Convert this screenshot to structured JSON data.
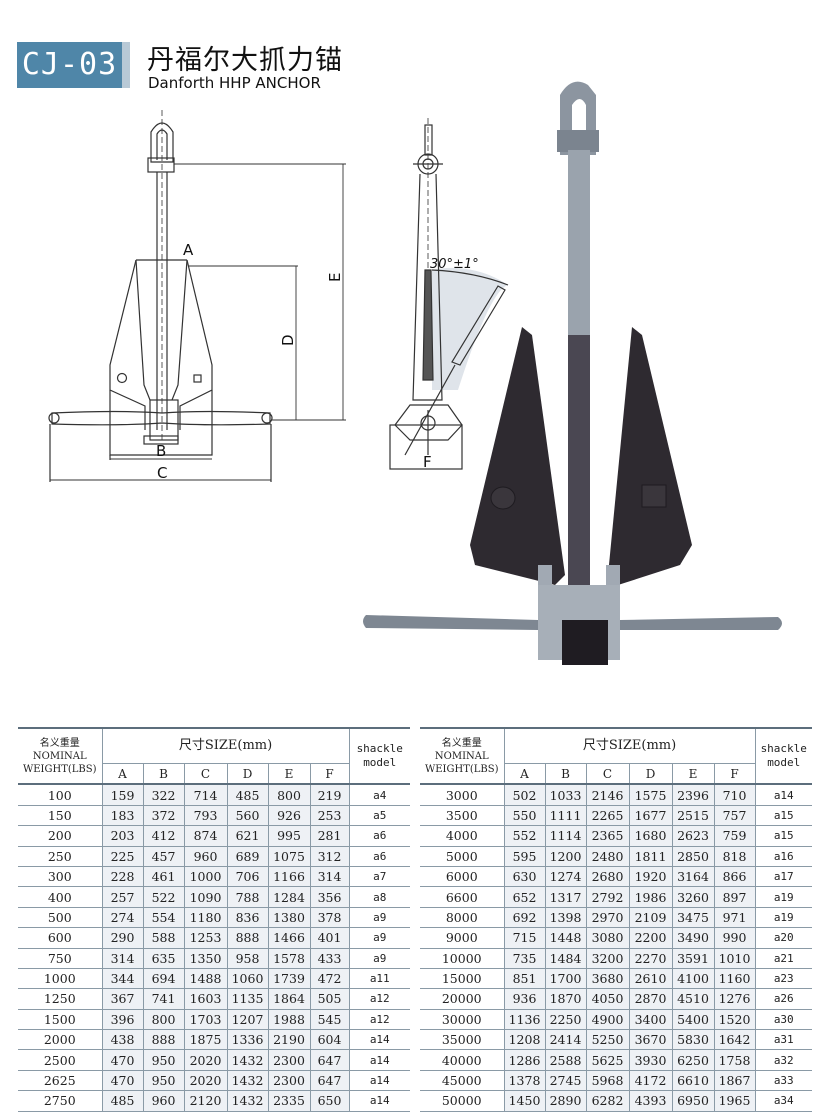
{
  "header": {
    "model_code": "CJ-03",
    "title_cn": "丹福尔大抓力锚",
    "title_en": "Danforth HHP ANCHOR",
    "badge_color": "#4f86a8"
  },
  "drawings": {
    "front_view": {
      "labels": [
        "A",
        "B",
        "C",
        "D",
        "E"
      ]
    },
    "side_view": {
      "labels": [
        "F"
      ],
      "angle": "30°±1°"
    },
    "photo": {
      "alt": "Danforth HHP anchor photo"
    }
  },
  "table": {
    "weight_header_cn": "名义重量",
    "weight_header_en1": "NOMINAL",
    "weight_header_en2": "WEIGHT(LBS)",
    "size_header": "尺寸SIZE(mm)",
    "shackle_header1": "shackle",
    "shackle_header2": "model",
    "columns": [
      "A",
      "B",
      "C",
      "D",
      "E",
      "F"
    ],
    "left_rows": [
      {
        "w": "100",
        "v": [
          "159",
          "322",
          "714",
          "485",
          "800",
          "219"
        ],
        "s": "a4"
      },
      {
        "w": "150",
        "v": [
          "183",
          "372",
          "793",
          "560",
          "926",
          "253"
        ],
        "s": "a5"
      },
      {
        "w": "200",
        "v": [
          "203",
          "412",
          "874",
          "621",
          "995",
          "281"
        ],
        "s": "a6"
      },
      {
        "w": "250",
        "v": [
          "225",
          "457",
          "960",
          "689",
          "1075",
          "312"
        ],
        "s": "a6"
      },
      {
        "w": "300",
        "v": [
          "228",
          "461",
          "1000",
          "706",
          "1166",
          "314"
        ],
        "s": "a7"
      },
      {
        "w": "400",
        "v": [
          "257",
          "522",
          "1090",
          "788",
          "1284",
          "356"
        ],
        "s": "a8"
      },
      {
        "w": "500",
        "v": [
          "274",
          "554",
          "1180",
          "836",
          "1380",
          "378"
        ],
        "s": "a9"
      },
      {
        "w": "600",
        "v": [
          "290",
          "588",
          "1253",
          "888",
          "1466",
          "401"
        ],
        "s": "a9"
      },
      {
        "w": "750",
        "v": [
          "314",
          "635",
          "1350",
          "958",
          "1578",
          "433"
        ],
        "s": "a9"
      },
      {
        "w": "1000",
        "v": [
          "344",
          "694",
          "1488",
          "1060",
          "1739",
          "472"
        ],
        "s": "a11"
      },
      {
        "w": "1250",
        "v": [
          "367",
          "741",
          "1603",
          "1135",
          "1864",
          "505"
        ],
        "s": "a12"
      },
      {
        "w": "1500",
        "v": [
          "396",
          "800",
          "1703",
          "1207",
          "1988",
          "545"
        ],
        "s": "a12"
      },
      {
        "w": "2000",
        "v": [
          "438",
          "888",
          "1875",
          "1336",
          "2190",
          "604"
        ],
        "s": "a14"
      },
      {
        "w": "2500",
        "v": [
          "470",
          "950",
          "2020",
          "1432",
          "2300",
          "647"
        ],
        "s": "a14"
      },
      {
        "w": "2625",
        "v": [
          "470",
          "950",
          "2020",
          "1432",
          "2300",
          "647"
        ],
        "s": "a14"
      },
      {
        "w": "2750",
        "v": [
          "485",
          "960",
          "2120",
          "1432",
          "2335",
          "650"
        ],
        "s": "a14"
      }
    ],
    "right_rows": [
      {
        "w": "3000",
        "v": [
          "502",
          "1033",
          "2146",
          "1575",
          "2396",
          "710"
        ],
        "s": "a14"
      },
      {
        "w": "3500",
        "v": [
          "550",
          "1111",
          "2265",
          "1677",
          "2515",
          "757"
        ],
        "s": "a15"
      },
      {
        "w": "4000",
        "v": [
          "552",
          "1114",
          "2365",
          "1680",
          "2623",
          "759"
        ],
        "s": "a15"
      },
      {
        "w": "5000",
        "v": [
          "595",
          "1200",
          "2480",
          "1811",
          "2850",
          "818"
        ],
        "s": "a16"
      },
      {
        "w": "6000",
        "v": [
          "630",
          "1274",
          "2680",
          "1920",
          "3164",
          "866"
        ],
        "s": "a17"
      },
      {
        "w": "6600",
        "v": [
          "652",
          "1317",
          "2792",
          "1986",
          "3260",
          "897"
        ],
        "s": "a19"
      },
      {
        "w": "8000",
        "v": [
          "692",
          "1398",
          "2970",
          "2109",
          "3475",
          "971"
        ],
        "s": "a19"
      },
      {
        "w": "9000",
        "v": [
          "715",
          "1448",
          "3080",
          "2200",
          "3490",
          "990"
        ],
        "s": "a20"
      },
      {
        "w": "10000",
        "v": [
          "735",
          "1484",
          "3200",
          "2270",
          "3591",
          "1010"
        ],
        "s": "a21"
      },
      {
        "w": "15000",
        "v": [
          "851",
          "1700",
          "3680",
          "2610",
          "4100",
          "1160"
        ],
        "s": "a23"
      },
      {
        "w": "20000",
        "v": [
          "936",
          "1870",
          "4050",
          "2870",
          "4510",
          "1276"
        ],
        "s": "a26"
      },
      {
        "w": "30000",
        "v": [
          "1136",
          "2250",
          "4900",
          "3400",
          "5400",
          "1520"
        ],
        "s": "a30"
      },
      {
        "w": "35000",
        "v": [
          "1208",
          "2414",
          "5250",
          "3670",
          "5830",
          "1642"
        ],
        "s": "a31"
      },
      {
        "w": "40000",
        "v": [
          "1286",
          "2588",
          "5625",
          "3930",
          "6250",
          "1758"
        ],
        "s": "a32"
      },
      {
        "w": "45000",
        "v": [
          "1378",
          "2745",
          "5968",
          "4172",
          "6610",
          "1867"
        ],
        "s": "a33"
      },
      {
        "w": "50000",
        "v": [
          "1450",
          "2890",
          "6282",
          "4393",
          "6950",
          "1965"
        ],
        "s": "a34"
      }
    ]
  }
}
